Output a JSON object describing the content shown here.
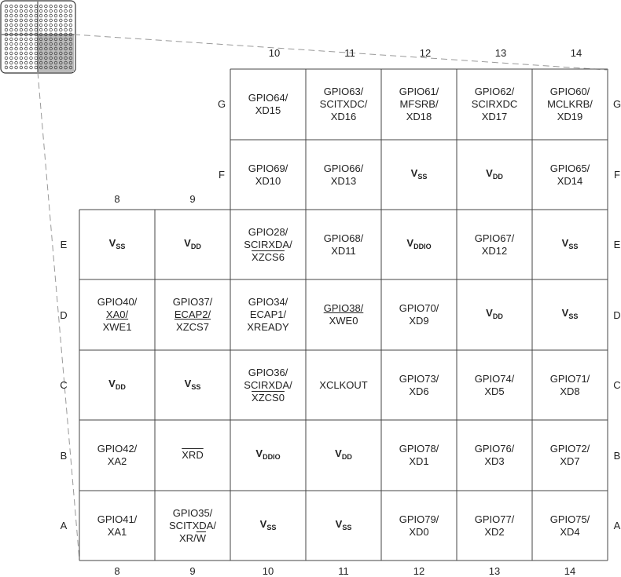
{
  "top_col_labels": [
    "10",
    "11",
    "12",
    "13",
    "14"
  ],
  "mid_col_labels": [
    "8",
    "9"
  ],
  "bottom_col_labels": [
    "8",
    "9",
    "10",
    "11",
    "12",
    "13",
    "14"
  ],
  "row_labels_left": [
    "G",
    "F",
    "E",
    "D",
    "C",
    "B",
    "A"
  ],
  "row_labels_right": [
    "G",
    "F",
    "E",
    "D",
    "C",
    "B",
    "A"
  ],
  "cells": {
    "G10": [
      "GPIO64/",
      "XD15"
    ],
    "G11": [
      "GPIO63/",
      "SCITXDC/",
      "XD16"
    ],
    "G12": [
      "GPIO61/",
      "MFSRB/",
      "XD18"
    ],
    "G13": [
      "GPIO62/",
      "SCIRXDC",
      "XD17"
    ],
    "G14": [
      "GPIO60/",
      "MCLKRB/",
      "XD19"
    ],
    "F10": [
      "GPIO69/",
      "XD10"
    ],
    "F11": [
      "GPIO66/",
      "XD13"
    ],
    "F14": [
      "GPIO65/",
      "XD14"
    ],
    "E10": [
      "GPIO28/",
      "SCIRXDA/",
      "XZCS6"
    ],
    "E11": [
      "GPIO68/",
      "XD11"
    ],
    "E13": [
      "GPIO67/",
      "XD12"
    ],
    "D8": [
      "GPIO40/",
      "XA0/",
      "XWE1"
    ],
    "D9": [
      "GPIO37/",
      "ECAP2/",
      "XZCS7"
    ],
    "D10": [
      "GPIO34/",
      "ECAP1/",
      "XREADY"
    ],
    "D11": [
      "GPIO38/",
      "XWE0"
    ],
    "D12": [
      "GPIO70/",
      "XD9"
    ],
    "C10": [
      "GPIO36/",
      "SCIRXDA/",
      "XZCS0"
    ],
    "C11": [
      "XCLKOUT"
    ],
    "C12": [
      "GPIO73/",
      "XD6"
    ],
    "C13": [
      "GPIO74/",
      "XD5"
    ],
    "C14": [
      "GPIO71/",
      "XD8"
    ],
    "B8": [
      "GPIO42/",
      "XA2"
    ],
    "B9": [
      "XRD"
    ],
    "B12": [
      "GPIO78/",
      "XD1"
    ],
    "B13": [
      "GPIO76/",
      "XD3"
    ],
    "B14": [
      "GPIO72/",
      "XD7"
    ],
    "A8": [
      "GPIO41/",
      "XA1"
    ],
    "A9": [
      "GPIO35/",
      "SCITXDA/",
      "XR/",
      "W"
    ],
    "A12": [
      "GPIO79/",
      "XD0"
    ],
    "A13": [
      "GPIO77/",
      "XD2"
    ],
    "A14": [
      "GPIO75/",
      "XD4"
    ]
  },
  "power": {
    "V": "V",
    "SS": "SS",
    "DD": "DD",
    "DDIO": "DDIO"
  }
}
